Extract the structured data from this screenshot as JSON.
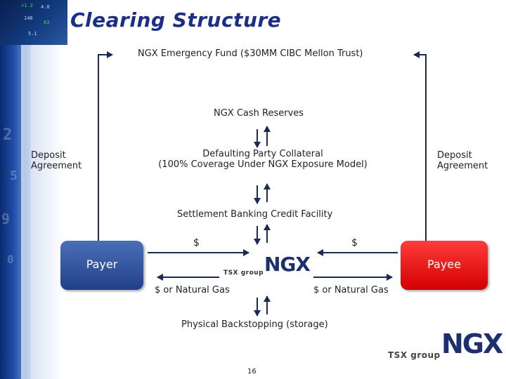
{
  "title": "Clearing Structure",
  "nodes": {
    "emergency_fund": "NGX Emergency Fund ($30MM CIBC Mellon Trust)",
    "cash_reserves": "NGX Cash Reserves",
    "collateral_line1": "Defaulting Party Collateral",
    "collateral_line2": "(100% Coverage Under NGX Exposure Model)",
    "settlement": "Settlement Banking Credit Facility",
    "backstopping": "Physical Backstopping  (storage)",
    "deposit_left_line1": "Deposit",
    "deposit_left_line2": "Agreement",
    "deposit_right_line1": "Deposit",
    "deposit_right_line2": "Agreement",
    "payer": "Payer",
    "payee": "Payee",
    "dollar_left": "$",
    "dollar_right": "$",
    "gas_left": "$ or Natural Gas",
    "gas_right": "$ or Natural Gas"
  },
  "logos": {
    "small_tsx": "TSX group",
    "small_ngx": "NGX",
    "big_tsx": "TSX group",
    "big_ngx": "NGX"
  },
  "page_number": "16",
  "colors": {
    "title": "#1b2f86",
    "payer": "#2e4f9c",
    "payee": "#e80000",
    "lines": "#1a2a55"
  }
}
